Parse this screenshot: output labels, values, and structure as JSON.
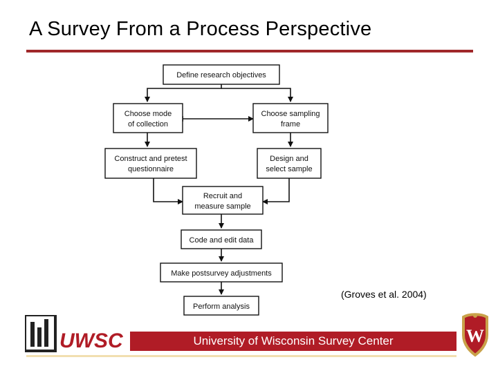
{
  "slide": {
    "title": "A Survey From a Process Perspective",
    "citation": "(Groves et al. 2004)",
    "footer": "University of Wisconsin Survey Center"
  },
  "logo": {
    "text": "UWSC",
    "color": "#b01c26"
  },
  "crest": {
    "letter": "W"
  },
  "colors": {
    "accent": "#a0282a",
    "footer_bar": "#b01c26",
    "footer_line": "#f1dfb0"
  },
  "diagram": {
    "boxes": {
      "define": [
        "Define research objectives"
      ],
      "mode": [
        "Choose mode",
        "of collection"
      ],
      "frame": [
        "Choose sampling",
        "frame"
      ],
      "construct": [
        "Construct and pretest",
        "questionnaire"
      ],
      "design": [
        "Design and",
        "select sample"
      ],
      "recruit": [
        "Recruit and",
        "measure sample"
      ],
      "code": [
        "Code and edit data"
      ],
      "adjust": [
        "Make postsurvey adjustments"
      ],
      "analysis": [
        "Perform analysis"
      ]
    }
  }
}
